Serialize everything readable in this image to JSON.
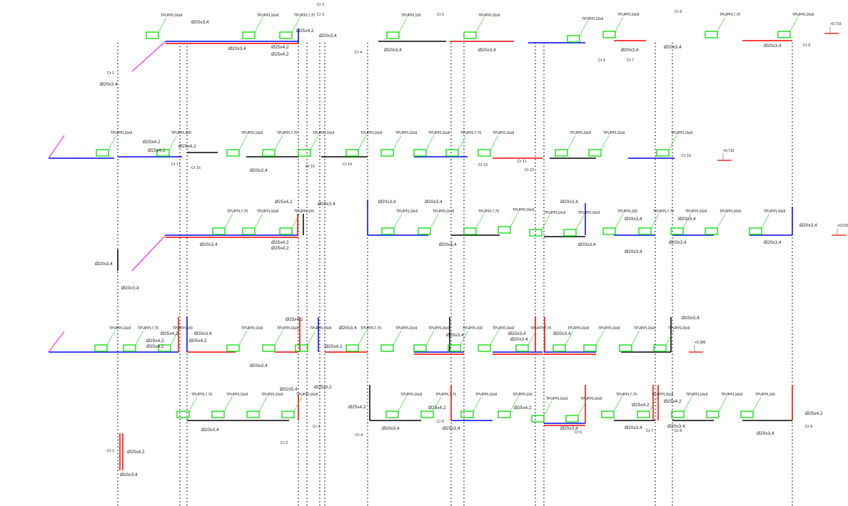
{
  "drawing": {
    "pipe_labels": [
      "Ø20x3,4",
      "Ø25x4,2",
      "Ø32x5,4"
    ],
    "magenta_label": "Ø25x4,2",
    "blue_label": "Ø25x4,2",
    "fixture_label": "TPUPPL16x9",
    "fixture_label_alt": "TPUPPL7,70",
    "fixture_label_wide": "TPUPPL100",
    "riser_labels": [
      "Ст 1",
      "Ст 2",
      "Ст 3",
      "Ст 4",
      "Ст 5",
      "Ст 6",
      "Ст 7",
      "Ст 8",
      "Ст 9",
      "Ст 10",
      "Ст 11",
      "Ст 12",
      "Ст 13",
      "Ст 14",
      "Ст 15",
      "Ст 16",
      "Ст 17"
    ],
    "elevations": [
      "+0,710",
      "+0,710",
      "+0,510",
      "+0,300"
    ]
  },
  "colors": {
    "supply": "#0000ff",
    "return": "#ff0000",
    "main": "#000000",
    "leader": "#33cc33",
    "fixture": "#00dd00",
    "magenta": "#ff00ff"
  }
}
